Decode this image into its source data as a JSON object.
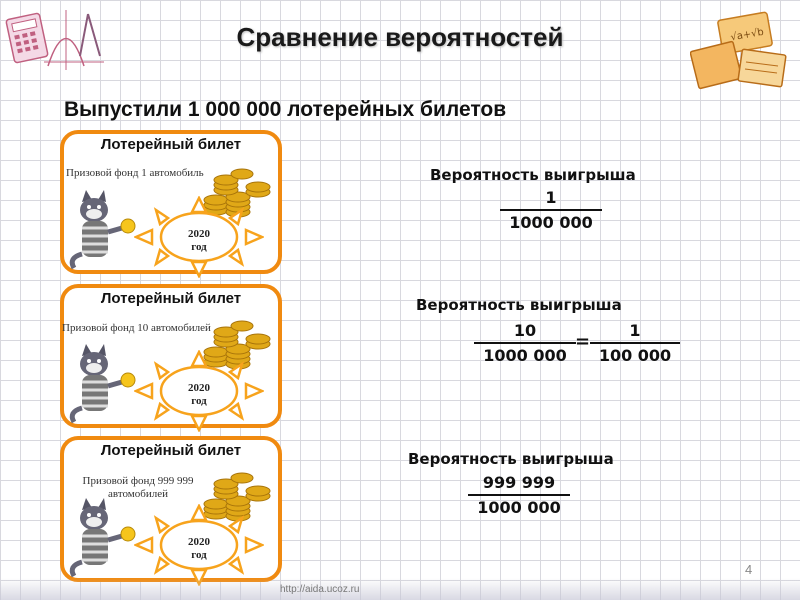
{
  "slide": {
    "title": "Сравнение вероятностей",
    "subtitle": "Выпустили 1 000 000 лотерейных билетов",
    "page_number": "4",
    "footer_url": "http://aida.ucoz.ru"
  },
  "tickets": [
    {
      "title": "Лотерейный билет",
      "prize": "Призовой фонд 1 автомобиль",
      "year": "2020",
      "year_unit": "год"
    },
    {
      "title": "Лотерейный билет",
      "prize": "Призовой фонд 10 автомобилей",
      "year": "2020",
      "year_unit": "год"
    },
    {
      "title": "Лотерейный билет",
      "prize_line1": "Призовой фонд 999 999",
      "prize_line2": "автомобилей",
      "year": "2020",
      "year_unit": "год"
    }
  ],
  "probabilities": [
    {
      "label": "Вероятность выигрыша",
      "numerator": "1",
      "denominator": "1000 000"
    },
    {
      "label": "Вероятность выигрыша",
      "numerator": "10",
      "denominator": "1000 000",
      "equals": "=",
      "simplified_numerator": "1",
      "simplified_denominator": "100 000"
    },
    {
      "label": "Вероятность выигрыша",
      "numerator": "999 999",
      "denominator": "1000 000"
    }
  ],
  "colors": {
    "ticket_border": "#f08a10",
    "sun_fill": "#f7a31c",
    "coin": "#e0a817"
  },
  "icons": [
    "calculator-geometry-icon",
    "math-books-icon",
    "cat-icon",
    "coins-icon",
    "sun-icon"
  ]
}
